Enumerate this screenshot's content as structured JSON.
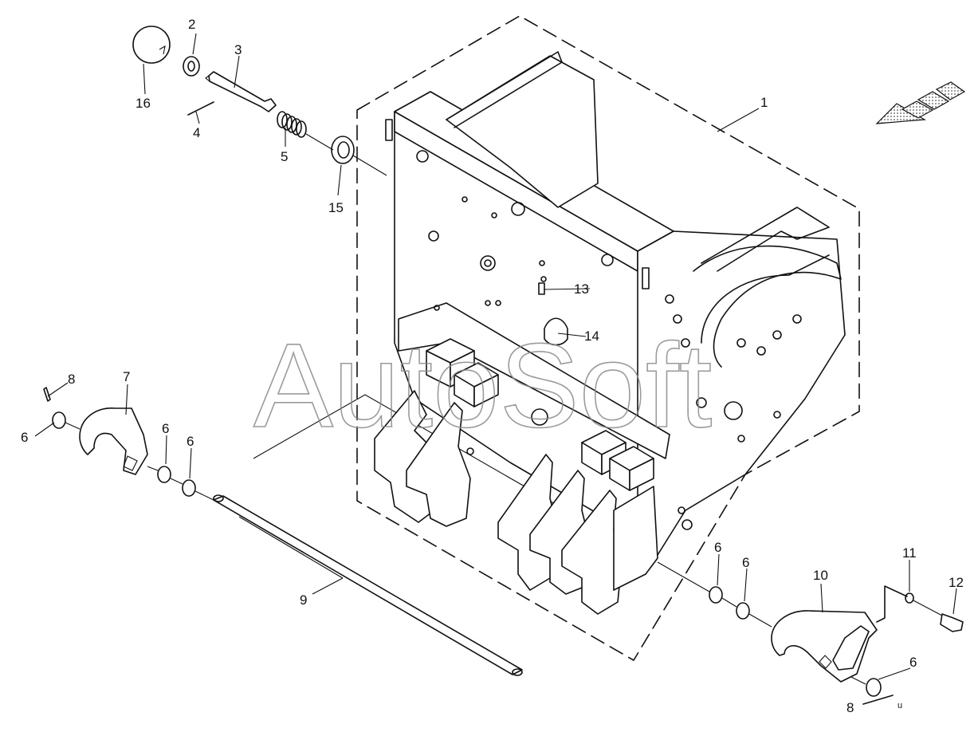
{
  "watermark": "AutoSoft",
  "labels": {
    "p1": "1",
    "p2": "2",
    "p3": "3",
    "p4": "4",
    "p5": "5",
    "p6a": "6",
    "p6b": "6",
    "p6c": "6",
    "p6d": "6",
    "p6e": "6",
    "p6f": "6",
    "p7": "7",
    "p8a": "8",
    "p8b": "8",
    "p9": "9",
    "p10": "10",
    "p11": "11",
    "p12": "12",
    "p13": "13",
    "p14": "14",
    "p15": "15",
    "p16": "16",
    "small_u": "u"
  },
  "colors": {
    "line": "#111111",
    "arrow_fill": "#c8c8c8",
    "watermark": "#8a8a8a"
  },
  "icons": {
    "direction": "direction-arrow-icon"
  }
}
